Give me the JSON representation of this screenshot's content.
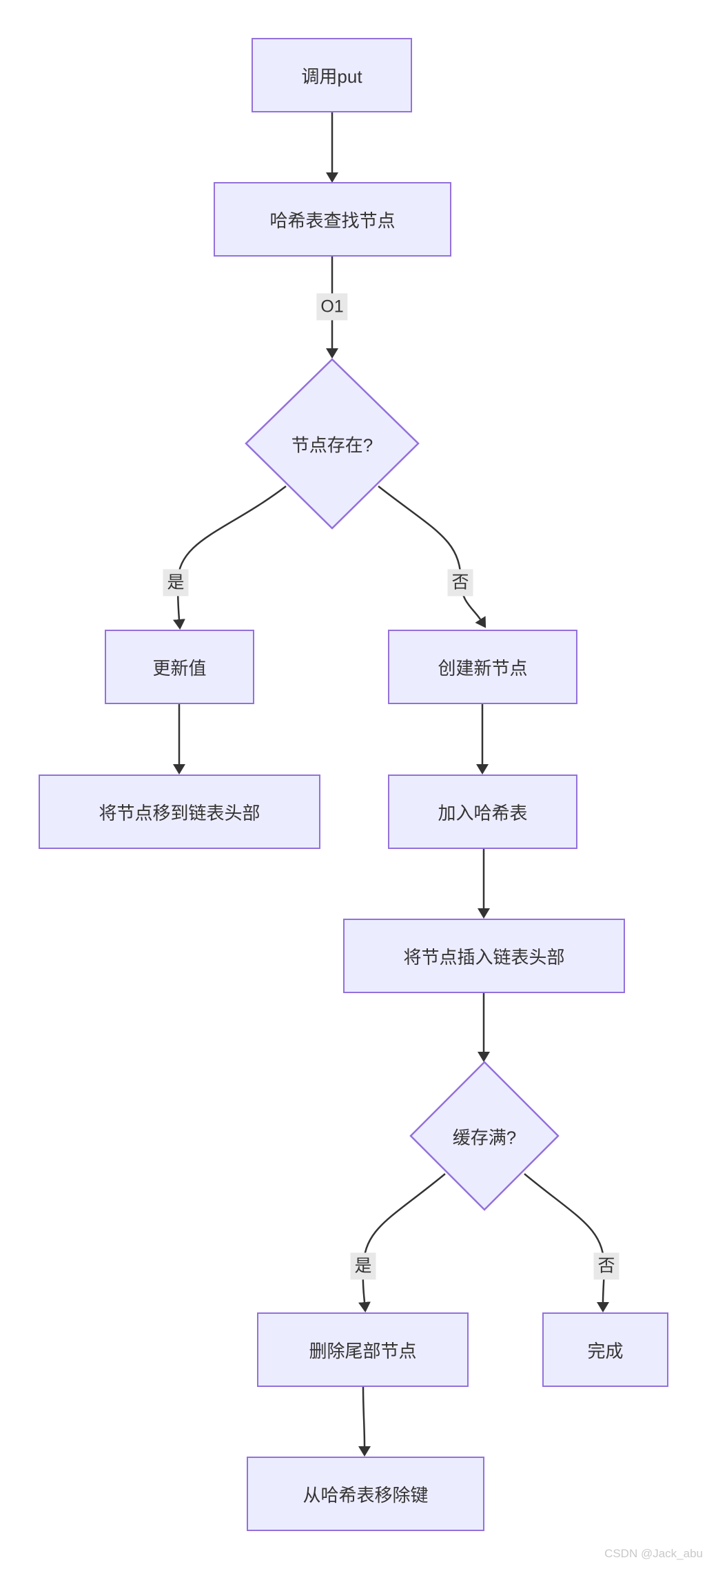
{
  "diagram": {
    "type": "flowchart",
    "direction": "top-down",
    "nodes": [
      {
        "id": "A",
        "shape": "rect",
        "label": "调用put"
      },
      {
        "id": "B",
        "shape": "rect",
        "label": "哈希表查找节点"
      },
      {
        "id": "C",
        "shape": "diamond",
        "label": "节点存在?"
      },
      {
        "id": "D",
        "shape": "rect",
        "label": "更新值"
      },
      {
        "id": "E",
        "shape": "rect",
        "label": "创建新节点"
      },
      {
        "id": "F",
        "shape": "rect",
        "label": "将节点移到链表头部"
      },
      {
        "id": "G",
        "shape": "rect",
        "label": "加入哈希表"
      },
      {
        "id": "H",
        "shape": "rect",
        "label": "将节点插入链表头部"
      },
      {
        "id": "I",
        "shape": "diamond",
        "label": "缓存满?"
      },
      {
        "id": "J",
        "shape": "rect",
        "label": "删除尾部节点"
      },
      {
        "id": "K",
        "shape": "rect",
        "label": "完成"
      },
      {
        "id": "L",
        "shape": "rect",
        "label": "从哈希表移除键"
      }
    ],
    "edges": [
      {
        "from": "调用put",
        "to": "哈希表查找节点",
        "label": ""
      },
      {
        "from": "哈希表查找节点",
        "to": "节点存在?",
        "label": "O1"
      },
      {
        "from": "节点存在?",
        "to": "更新值",
        "label": "是"
      },
      {
        "from": "节点存在?",
        "to": "创建新节点",
        "label": "否"
      },
      {
        "from": "更新值",
        "to": "将节点移到链表头部",
        "label": ""
      },
      {
        "from": "创建新节点",
        "to": "加入哈希表",
        "label": ""
      },
      {
        "from": "加入哈希表",
        "to": "将节点插入链表头部",
        "label": ""
      },
      {
        "from": "将节点插入链表头部",
        "to": "缓存满?",
        "label": ""
      },
      {
        "from": "缓存满?",
        "to": "删除尾部节点",
        "label": "是"
      },
      {
        "from": "缓存满?",
        "to": "完成",
        "label": "否"
      },
      {
        "from": "删除尾部节点",
        "to": "从哈希表移除键",
        "label": ""
      }
    ]
  },
  "watermark": "CSDN @Jack_abu",
  "colors": {
    "background": "#ffffff",
    "node_fill": "#ECECFF",
    "node_border": "#9370DB",
    "edge_color": "#333333",
    "text_color": "#333333",
    "label_bg": "#e8e8e8",
    "watermark_color": "#c9c9c9"
  }
}
